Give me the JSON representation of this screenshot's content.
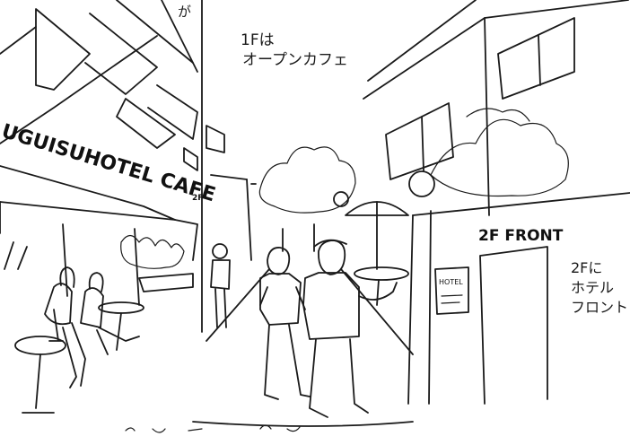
{
  "annotations": {
    "top_fragment": "が",
    "first_floor_line1": "1Fは",
    "first_floor_line2": "オープンカフェ",
    "second_floor_line1": "2Fに",
    "second_floor_line2": "ホテル",
    "second_floor_line3": "フロント"
  },
  "signs": {
    "hotel_cafe": "UGUISUHOTEL CAFE",
    "front_door": "2F FRONT",
    "hotel_plaque": "HOTEL",
    "floor_mark": "2F"
  }
}
